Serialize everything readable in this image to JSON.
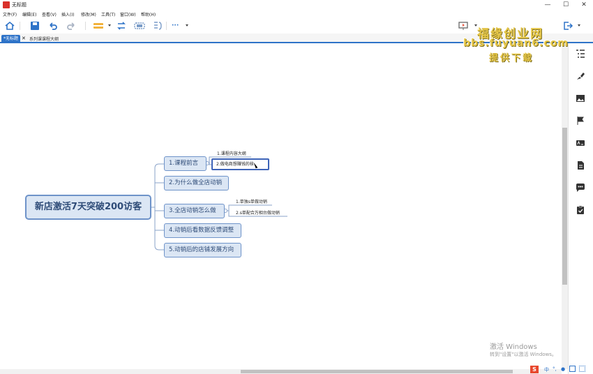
{
  "window": {
    "title": "无标题",
    "buttons": [
      "—",
      "☐",
      "✕"
    ]
  },
  "menu": [
    "文件(F)",
    "编辑(E)",
    "查看(V)",
    "插入(I)",
    "修改(M)",
    "工具(T)",
    "窗口(W)",
    "帮助(H)"
  ],
  "toolbar": {
    "icons": [
      "home-icon",
      "save-icon",
      "undo-icon",
      "redo-icon",
      "topic-icon",
      "relation-icon",
      "boundary-icon",
      "summary-icon",
      "more-icon",
      "present-icon",
      "export-icon"
    ],
    "more_label": "···"
  },
  "tabs": [
    {
      "label": "*无标题",
      "active": true,
      "close": "✕"
    },
    {
      "label": "系列课课程大纲",
      "active": false
    }
  ],
  "mindmap": {
    "root": "新店激活7天突破200访客",
    "branches": [
      {
        "label": "1.课程前言",
        "children": [
          "1.课程内容大纲",
          "2.做电商想赚钱的核"
        ]
      },
      {
        "label": "2.为什么做全店动销",
        "children": []
      },
      {
        "label": "3.全店动销怎么做",
        "children": [
          "1.单独s单做动销",
          "2.s单配合万相台做动销"
        ]
      },
      {
        "label": "4.动销后看数据反馈调整",
        "children": []
      },
      {
        "label": "5.动销后的店铺发展方向",
        "children": []
      }
    ]
  },
  "watermark": {
    "line1": "福缘创业网",
    "line2": "bbs.fuyuan6.com",
    "line3": "提供下载",
    "color": "#e7c84a"
  },
  "activation": {
    "line1": "激活 Windows",
    "line2": "转到\"设置\"以激活 Windows。"
  },
  "sidebar_icons": [
    "outline-icon",
    "format-brush-icon",
    "image-icon",
    "marker-flag-icon",
    "label-icon",
    "note-icon",
    "comment-icon",
    "task-icon"
  ],
  "tray": {
    "ime_label": "中",
    "icons": [
      "sogou-icon",
      "punctuation-icon",
      "mic-icon",
      "keyboard-icon",
      "grid-icon"
    ]
  },
  "colors": {
    "accent": "#2e73c8",
    "node_fill": "#dbe6f4",
    "node_border": "#6e93c9"
  }
}
